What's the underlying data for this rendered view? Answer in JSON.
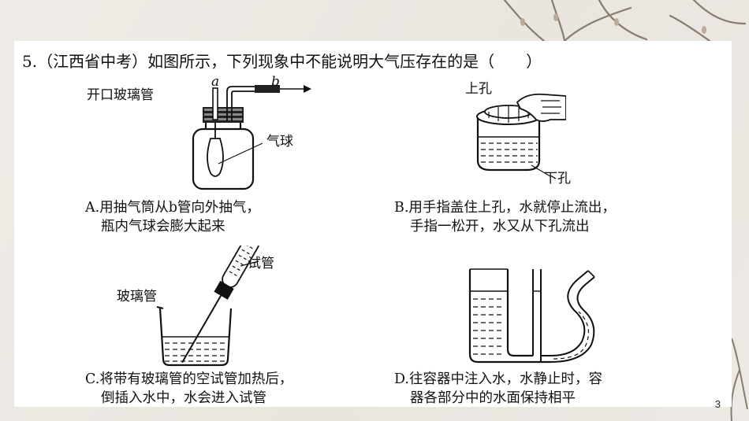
{
  "question": {
    "text": "5.（江西省中考）如图所示，下列现象中不能说明大气压存在的是（　　）"
  },
  "panels": {
    "a": {
      "label_tube": "开口玻璃管",
      "label_a": "a",
      "label_b": "b",
      "label_balloon": "气球",
      "caption_line1": "A.用抽气筒从b管向外抽气，",
      "caption_line2": "瓶内气球会膨大起来"
    },
    "b": {
      "label_top": "上孔",
      "label_bottom": "下孔",
      "caption_line1": "B.用手指盖住上孔，水就停止流出，",
      "caption_line2": "手指一松开，水又从下孔流出"
    },
    "c": {
      "label_testtube": "试管",
      "label_glass": "玻璃管",
      "caption_line1": "C.将带有玻璃管的空试管加热后，",
      "caption_line2": "倒插入水中，水会进入试管"
    },
    "d": {
      "caption_line1": "D.往容器中注入水，水静止时，容",
      "caption_line2": "器各部分中的水面保持相平"
    }
  },
  "page_number": "3"
}
